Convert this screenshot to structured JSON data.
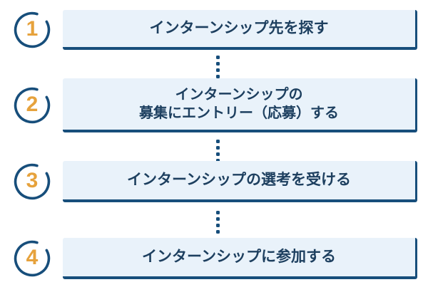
{
  "steps": [
    {
      "number": "1",
      "label": "インターンシップ先を探す"
    },
    {
      "number": "2",
      "label": "インターンシップの\n募集にエントリー（応募）する"
    },
    {
      "number": "3",
      "label": "インターンシップの選考を受ける"
    },
    {
      "number": "4",
      "label": "インターンシップに参加する"
    }
  ],
  "colors": {
    "navy": "#174e7b",
    "box_fill": "#e9f2fa",
    "number_orange": "#e6a23c",
    "text_navy": "#1d3f5f",
    "background": "#ffffff"
  }
}
